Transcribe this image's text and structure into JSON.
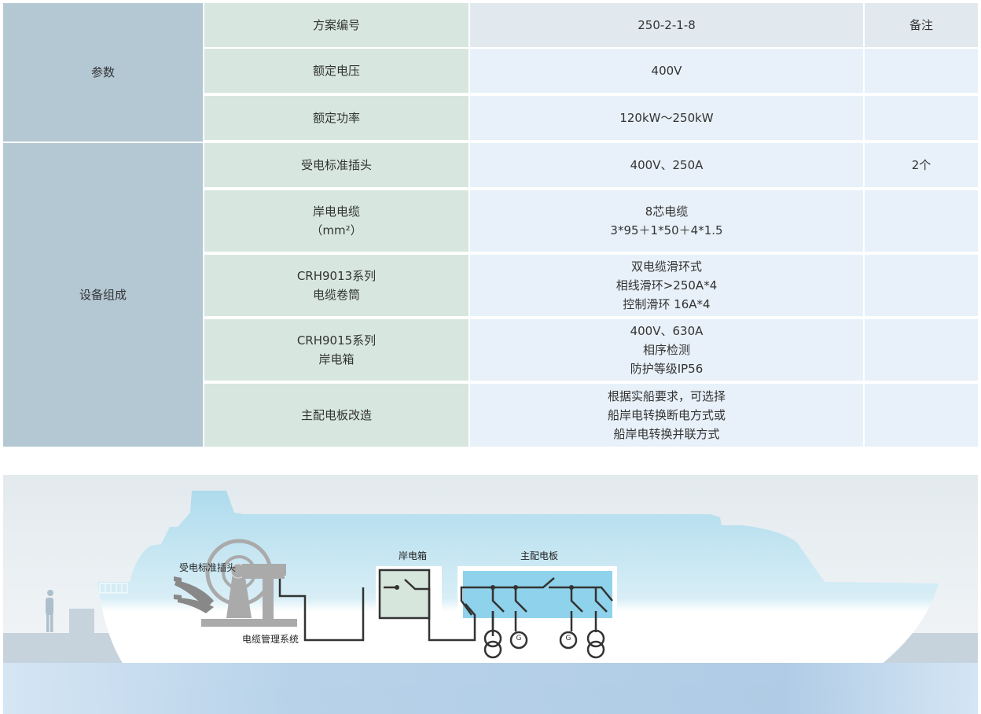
{
  "table": {
    "groups": [
      "参数",
      "设备组成"
    ],
    "header": {
      "label": "方案编号",
      "value": "250-2-1-8",
      "note": "备注"
    },
    "rows": [
      {
        "label": "额定电压",
        "value": "400V",
        "note": ""
      },
      {
        "label": "额定功率",
        "value": "120kW～250kW",
        "note": ""
      },
      {
        "label": "受电标准插头",
        "value": "400V、250A",
        "note": "2个"
      },
      {
        "label": "岸电电缆\n（mm²）",
        "value": "8芯电缆\n3*95＋1*50＋4*1.5",
        "note": ""
      },
      {
        "label": "CRH9013系列\n电缆卷筒",
        "value": "双电缆滑环式\n相线滑环>250A*4\n控制滑环 16A*4",
        "note": ""
      },
      {
        "label": "CRH9015系列\n岸电箱",
        "value": "400V、630A\n相序检测\n防护等级IP56",
        "note": ""
      },
      {
        "label": "主配电板改造",
        "value": "根据实船要求，可选择\n船岸电转换断电方式或\n船岸电转换并联方式",
        "note": ""
      }
    ]
  },
  "diagram": {
    "plug": "受电标准插头",
    "cms": "电缆管理系统",
    "shore_box": "岸电箱",
    "switchboard": "主配电板",
    "gen": "G"
  }
}
